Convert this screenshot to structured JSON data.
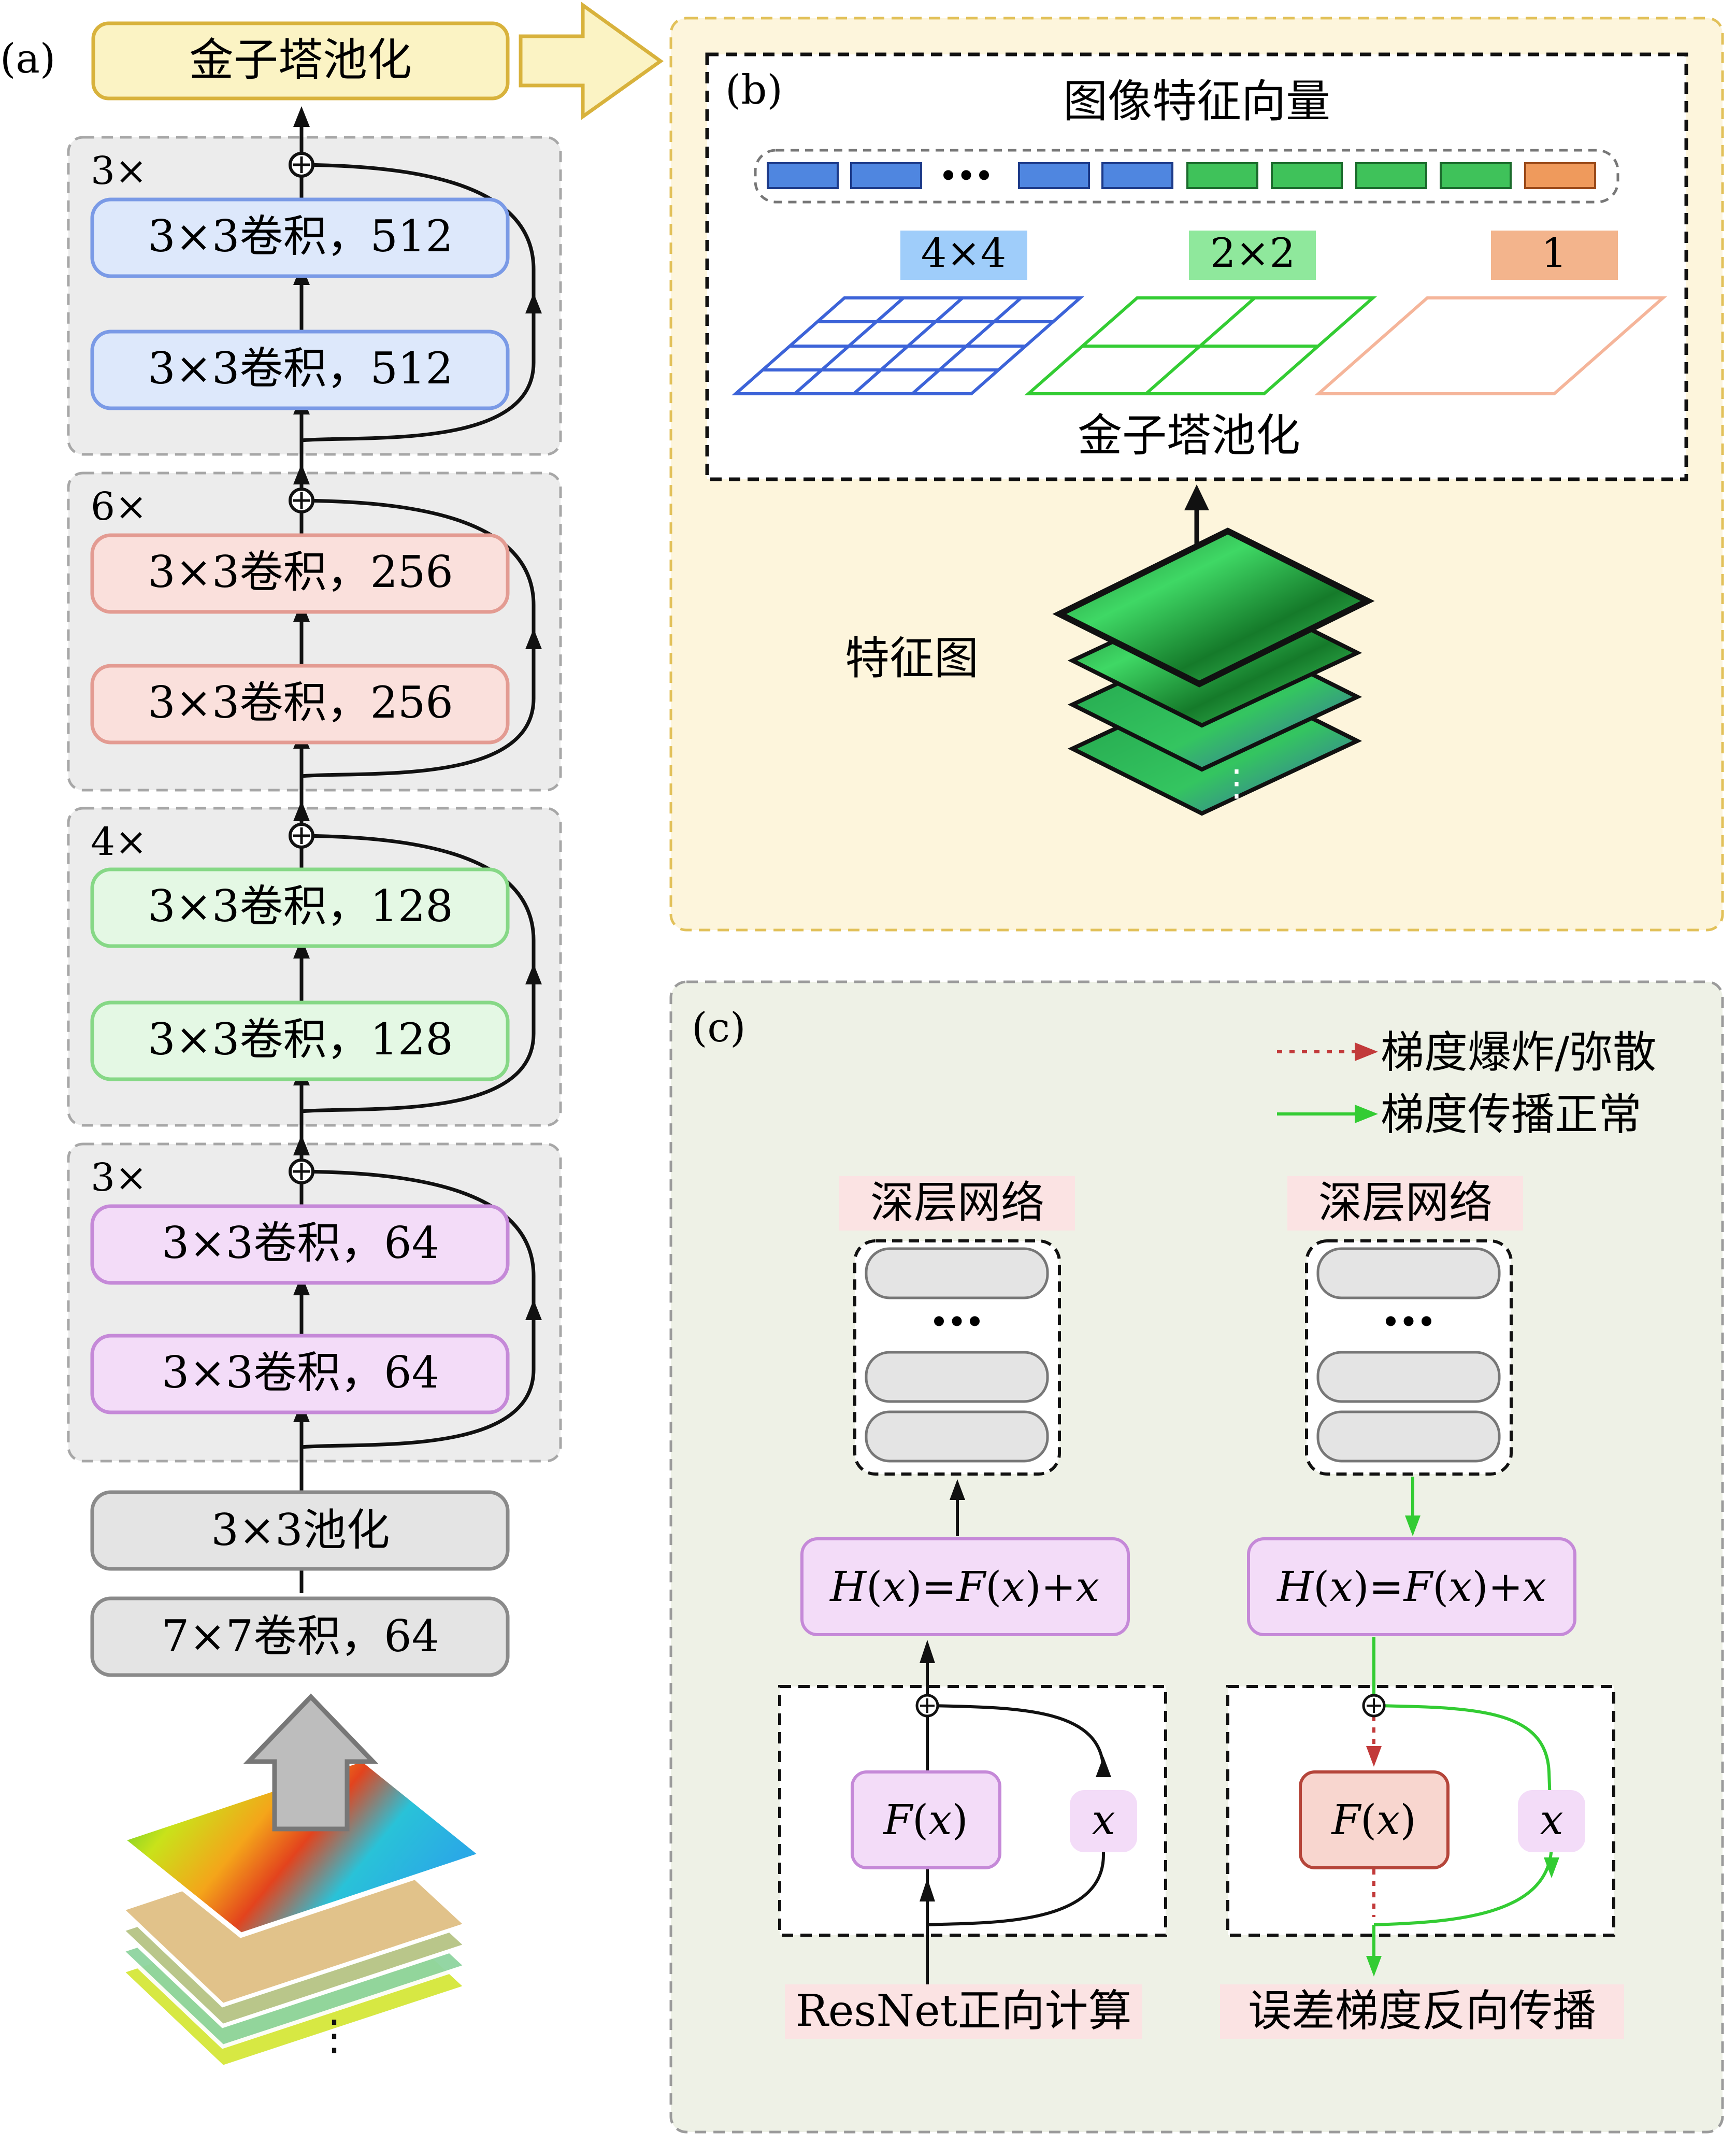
{
  "panel_a": {
    "label": "(a)",
    "pyramid_label": "金子塔池化",
    "groups": [
      {
        "repeat": "3×",
        "layers": [
          "3×3卷积，512",
          "3×3卷积，512"
        ]
      },
      {
        "repeat": "6×",
        "layers": [
          "3×3卷积，256",
          "3×3卷积，256"
        ]
      },
      {
        "repeat": "4×",
        "layers": [
          "3×3卷积，128",
          "3×3卷积，128"
        ]
      },
      {
        "repeat": "3×",
        "layers": [
          "3×3卷积，64",
          "3×3卷积，64"
        ]
      }
    ],
    "pool_label": "3×3池化",
    "conv7_label": "7×7卷积，64",
    "input_ellipsis": "⋮"
  },
  "panel_b": {
    "label": "(b)",
    "vector_title": "图像特征向量",
    "vector_ellipsis": "•••",
    "grids": [
      "4×4",
      "2×2",
      "1"
    ],
    "pyramid_label": "金子塔池化",
    "feature_map_label": "特征图",
    "feature_ellipsis": "⋮"
  },
  "panel_c": {
    "label": "(c)",
    "legend": [
      "梯度爆炸/弥散",
      "梯度传播正常"
    ],
    "deep_network": "深层网络",
    "ellipsis": "•••",
    "hx": [
      "H",
      "(",
      "x",
      ")=",
      "F",
      "(",
      "x",
      ")+",
      "x"
    ],
    "fx": [
      "F",
      "(",
      "x",
      ")"
    ],
    "x": "x",
    "captions": [
      "ResNet正向计算",
      "误差梯度反向传播"
    ]
  },
  "colors": {
    "blue_fill": "#dde8fb",
    "blue_stroke": "#7a9ae6",
    "red_fill": "#fae0dc",
    "red_stroke": "#e39b92",
    "green_fill": "#e4f8e4",
    "green_stroke": "#86d886",
    "purple_fill": "#f3dcf8",
    "purple_stroke": "#c589d8",
    "gray_fill": "#e4e4e4",
    "gray_stroke": "#8a8a8a",
    "yellow_fill": "#fbf3c4",
    "yellow_stroke": "#d8b23c",
    "arrow_green": "#33cc33",
    "arrow_red": "#c23a3a"
  }
}
